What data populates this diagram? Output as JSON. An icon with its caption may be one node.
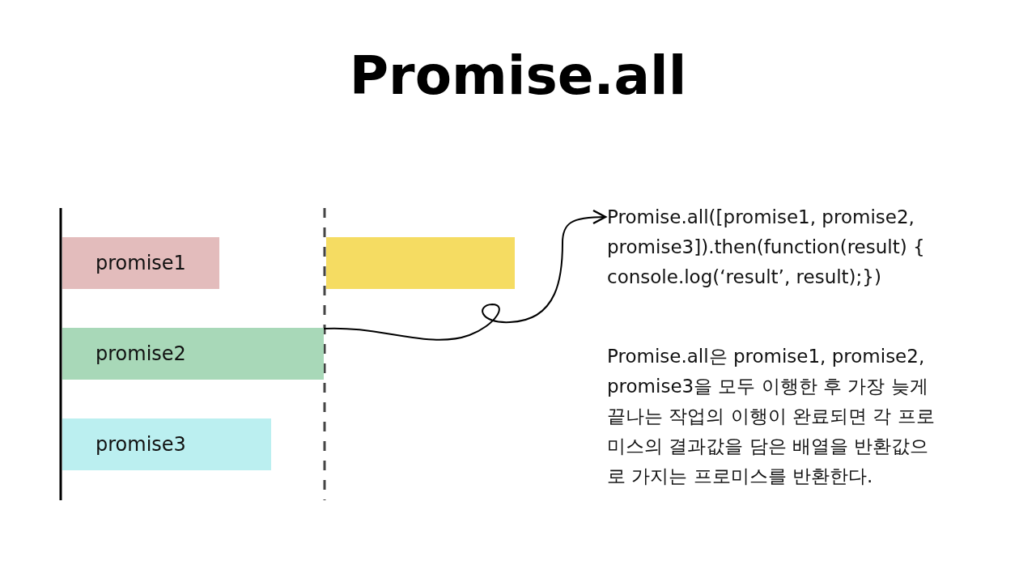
{
  "diagram": {
    "title": "Promise.all",
    "nodes": [
      {
        "text": [
          "promise1"
        ]
      },
      {
        "text": [
          "promise2"
        ]
      },
      {
        "text": [
          "promise3"
        ]
      },
      {
        "text": [],
        "shape": "bar"
      },
      {
        "text": [
          "Promise.all([promise1, promise2, promise3]).then(function(result) { console.log(‘result’, result);})"
        ]
      }
    ],
    "edges": [
      {
        "from": 1,
        "to": 4,
        "arrow": "to"
      }
    ],
    "labels": [
      "Promise.all은 promise1, promise2, promise3을 모두 이행한 후 가장 늦게 끝나는 작업의 이행이 완료되면 각 프로미스의 결과값을 담은 배열을 반환값으로 가지는 프로미스를 반환한다."
    ]
  }
}
